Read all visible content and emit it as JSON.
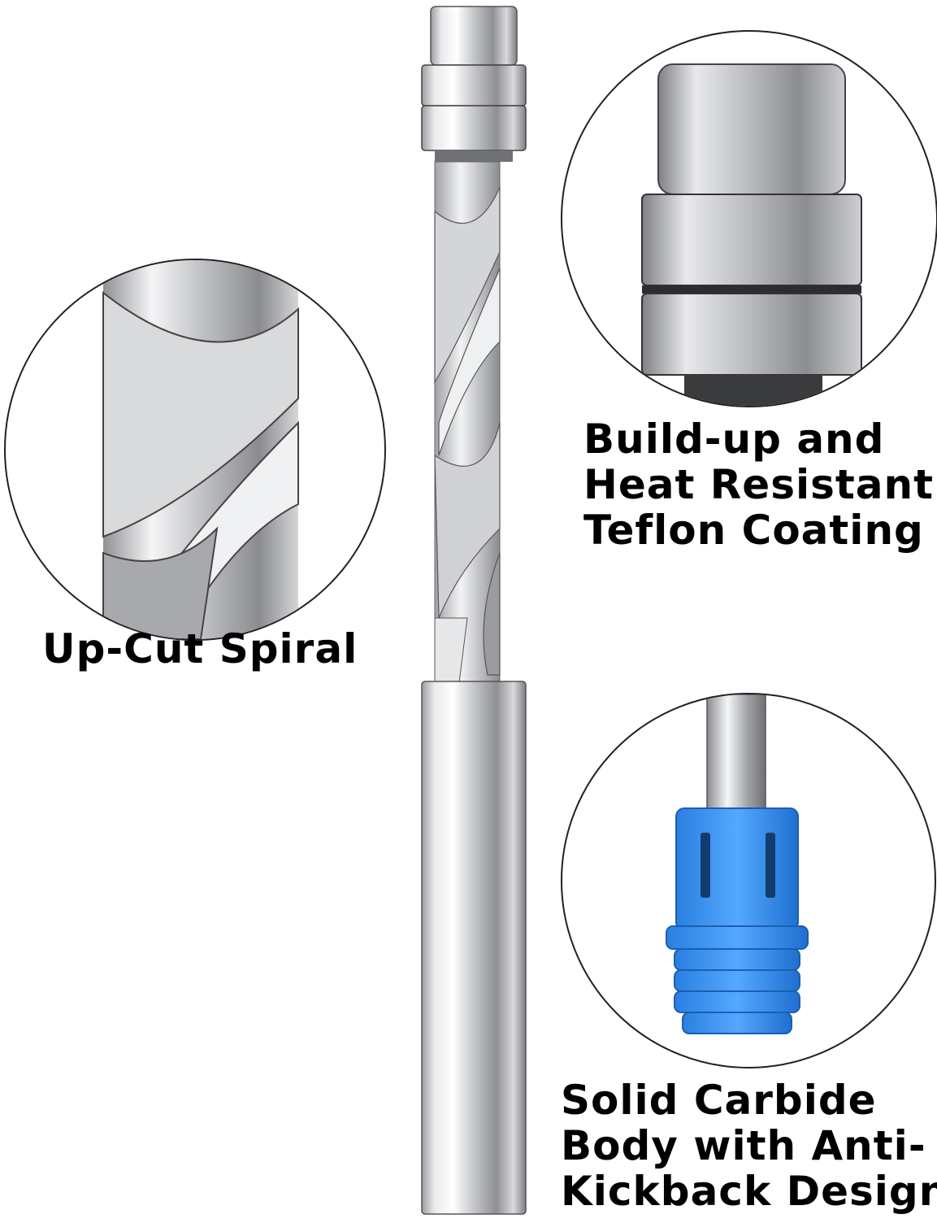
{
  "image": {
    "subject": "router-bit-product-photo",
    "background_color": "#ffffff",
    "metal_color": "#c9cbce",
    "accent_color": "#2e8ff0"
  },
  "callouts": {
    "upcut": {
      "text": "Up-Cut Spiral"
    },
    "coating": {
      "lines": [
        "Build-up and",
        "Heat Resistant",
        "Teflon Coating"
      ]
    },
    "carbide": {
      "lines": [
        "Solid Carbide",
        "Body with Anti-",
        "Kickback Design."
      ]
    }
  }
}
